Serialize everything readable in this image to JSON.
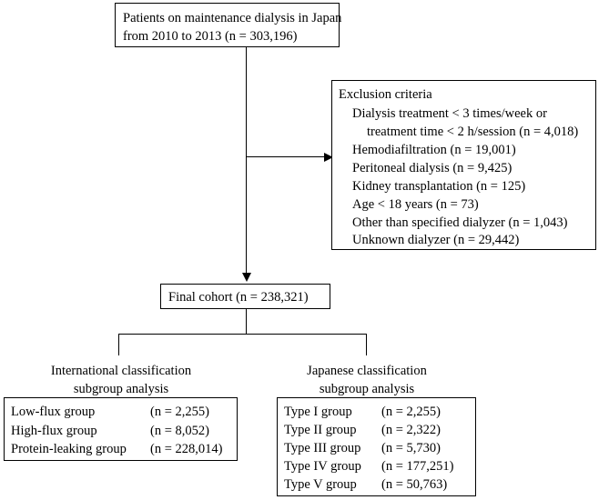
{
  "source": {
    "line1": "Patients on maintenance dialysis in Japan",
    "line2": "from 2010 to 2013 (n = 303,196)"
  },
  "exclusion": {
    "title": "Exclusion criteria",
    "items": [
      "Dialysis treatment < 3 times/week or",
      "treatment time < 2 h/session (n = 4,018)",
      "Hemodiafiltration  (n = 19,001)",
      "Peritoneal dialysis (n = 9,425)",
      "Kidney transplantation (n = 125)",
      "Age < 18 years (n = 73)",
      "Other than specified dialyzer (n = 1,043)",
      "Unknown dialyzer (n = 29,442)"
    ]
  },
  "final": {
    "label": "Final cohort (n = 238,321)"
  },
  "international": {
    "title_line1": "International classification",
    "title_line2": "subgroup analysis",
    "rows": [
      {
        "name": "Low-flux group",
        "count": "(n = 2,255)"
      },
      {
        "name": "High-flux group",
        "count": "(n = 8,052)"
      },
      {
        "name": "Protein-leaking group",
        "count": "(n = 228,014)"
      }
    ]
  },
  "japanese": {
    "title_line1": "Japanese classification",
    "title_line2": "subgroup analysis",
    "rows": [
      {
        "name": "Type I group",
        "count": "(n = 2,255)"
      },
      {
        "name": "Type II group",
        "count": "(n = 2,322)"
      },
      {
        "name": "Type III group",
        "count": "(n = 5,730)"
      },
      {
        "name": "Type IV group",
        "count": "(n = 177,251)"
      },
      {
        "name": "Type V group",
        "count": "(n = 50,763)"
      }
    ]
  }
}
